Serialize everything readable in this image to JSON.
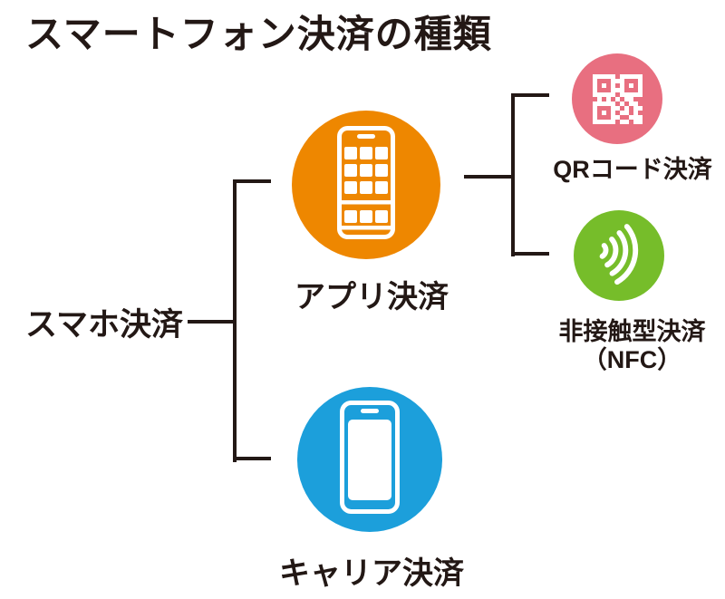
{
  "title": "スマートフォン決済の種類",
  "colors": {
    "ink": "#231815",
    "orange": "#EE8700",
    "blue": "#1C9FDB",
    "pink": "#E86F80",
    "green": "#76BD2A",
    "icon_white": "#FFFFFF",
    "background": "#FFFFFF"
  },
  "tree": {
    "root": {
      "label": "スマホ決済"
    },
    "branches": [
      {
        "id": "app",
        "label": "アプリ決済",
        "icon": "app-phone-icon",
        "color": "#EE8700",
        "children": [
          {
            "id": "qr",
            "label": "QRコード決済",
            "icon": "qr-code-icon",
            "color": "#E86F80"
          },
          {
            "id": "nfc",
            "label": "非接触型決済",
            "label_line2": "（NFC）",
            "icon": "nfc-wave-icon",
            "color": "#76BD2A"
          }
        ]
      },
      {
        "id": "carrier",
        "label": "キャリア決済",
        "icon": "smartphone-icon",
        "color": "#1C9FDB",
        "children": []
      }
    ]
  },
  "icons": {
    "qr_matrix": [
      "11111011111",
      "10001110001",
      "10101010101",
      "10001110001",
      "11111011111",
      "01010101100",
      "11111010110",
      "10001101011",
      "10101011010",
      "10001100111",
      "11111011011"
    ]
  }
}
